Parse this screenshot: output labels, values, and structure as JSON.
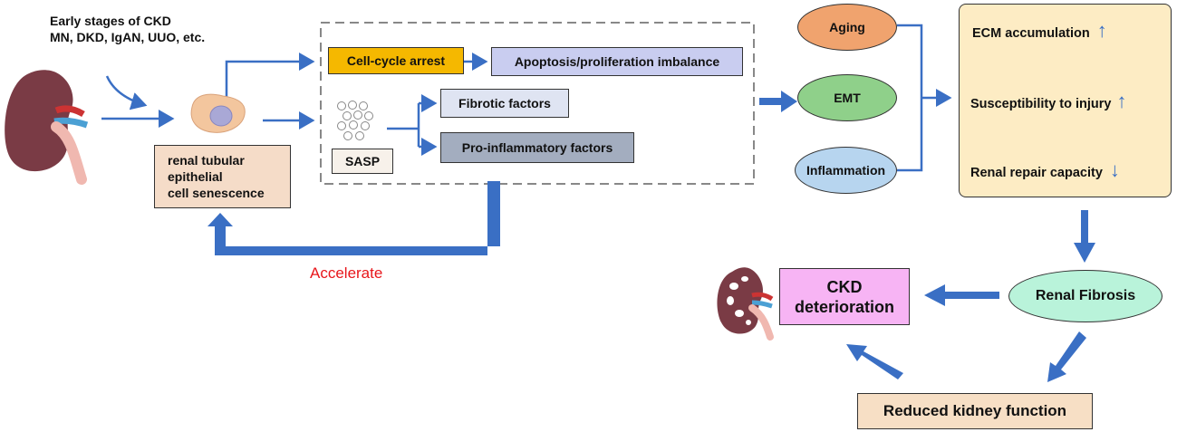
{
  "intro": {
    "line1": "Early stages of CKD",
    "line2": "MN, DKD, IgAN, UUO, etc."
  },
  "senescence_box": {
    "line1": "renal tubular",
    "line2": "epithelial",
    "line3": "cell senescence"
  },
  "cell_cycle_arrest": "Cell-cycle arrest",
  "apoptosis": "Apoptosis/proliferation imbalance",
  "fibrotic_factors": "Fibrotic factors",
  "pro_inflammatory": "Pro-inflammatory factors",
  "sasp": "SASP",
  "accelerate": "Accelerate",
  "aging": "Aging",
  "emt": "EMT",
  "inflammation": "Inflammation",
  "summary": {
    "ecm": "ECM accumulation",
    "ecm_dir": "↑",
    "susceptibility": "Susceptibility to injury",
    "susceptibility_dir": "↑",
    "repair": "Renal repair capacity",
    "repair_dir": "↓"
  },
  "renal_fibrosis": "Renal Fibrosis",
  "ckd_box": {
    "line1": "CKD",
    "line2": "deterioration"
  },
  "reduced_function": "Reduced kidney function",
  "colors": {
    "arrow_blue": "#3a6fc4",
    "accelerate_red": "#e8161b",
    "cell_cycle_fill": "#f5b800",
    "apoptosis_fill": "#c9cdf0",
    "fibrotic_fill": "#dfe4f2",
    "proinflam_fill": "#a3adbf",
    "senescence_fill": "#f5dcc8",
    "aging_fill": "#f0a36e",
    "emt_fill": "#8fd08a",
    "inflammation_fill": "#b7d5ef",
    "summary_fill": "#fdecc4",
    "fibrosis_fill": "#b9f3da",
    "ckd_fill": "#f7b4f4",
    "reduced_fill": "#f7dfc5"
  }
}
